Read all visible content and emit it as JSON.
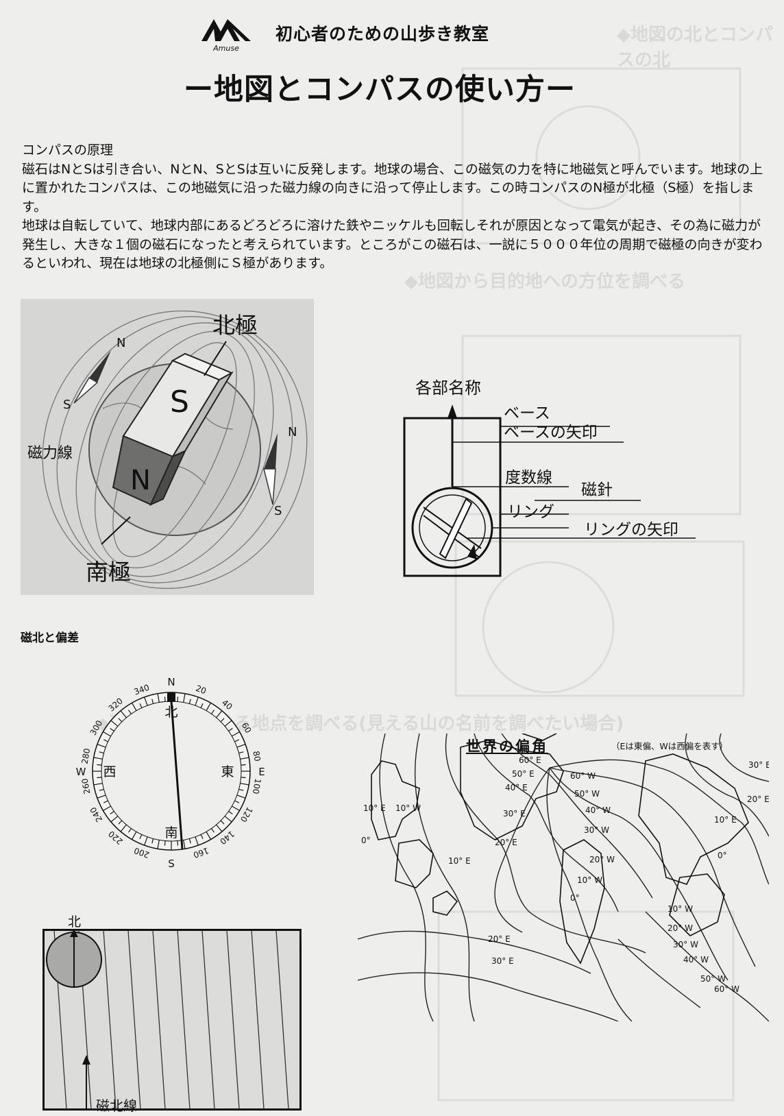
{
  "header": {
    "logo_text": "Amuse",
    "course_title": "初心者のための山歩き教室",
    "main_title": "ー地図とコンパスの使い方ー"
  },
  "principle": {
    "heading": "コンパスの原理",
    "para1": "磁石はNとSは引き合い、NとN、SとSは互いに反発します。地球の場合、この磁気の力を特に地磁気と呼んでいます。地球の上に置かれたコンパスは、この地磁気に沿った磁力線の向きに沿って停止します。この時コンパスのN極が北極（S極）を指します。",
    "para2": "地球は自転していて、地球内部にあるどろどろに溶けた鉄やニッケルも回転しそれが原因となって電気が起き、その為に磁力が発生し、大きな１個の磁石になったと考えられています。ところがこの磁石は、一説に５０００年位の周期で磁極の向きが変わるといわれ、現在は地球の北極側にＳ極があります。"
  },
  "globe": {
    "north_pole": "北極",
    "south_pole": "南極",
    "field_lines": "磁力線",
    "magnet_s": "S",
    "magnet_n": "N",
    "needle1_n": "N",
    "needle1_s": "S",
    "needle2_n": "N",
    "needle2_s": "S"
  },
  "parts": {
    "title": "各部名称",
    "base": "ベース",
    "base_arrow": "ベースの矢印",
    "degree_lines": "度数線",
    "needle": "磁針",
    "ring": "リング",
    "ring_arrow": "リングの矢印"
  },
  "declination": {
    "section_label": "磁北と偏差",
    "rose_kanji": {
      "north": "北",
      "south": "南",
      "east": "東",
      "west": "西"
    },
    "rose_letters": {
      "n": "N",
      "s": "S",
      "e": "E",
      "w": "W"
    },
    "rose_degrees": [
      "20",
      "40",
      "60",
      "80",
      "100",
      "120",
      "140",
      "160",
      "200",
      "220",
      "240",
      "260",
      "280",
      "300",
      "320",
      "340"
    ],
    "map_north": "北",
    "magnetic_north_line": "磁北線"
  },
  "world_map": {
    "title": "世界の偏角",
    "subtitle": "（Eは東偏、Wは西偏を表す）",
    "labels": [
      "60° E",
      "50° E",
      "40° E",
      "60° W",
      "50° W",
      "40° W",
      "30° E",
      "30° W",
      "10° E",
      "10° W",
      "0°",
      "20° E",
      "10° E",
      "20° W",
      "10° W",
      "0°",
      "30° E",
      "20° E",
      "10° E",
      "0°",
      "10° W",
      "20° W",
      "30° W",
      "40° W",
      "50° W",
      "60° W",
      "20° E",
      "30° E"
    ]
  },
  "colors": {
    "paper": "#eeeeec",
    "ink": "#111111",
    "ghost": "#d9d9d6"
  }
}
